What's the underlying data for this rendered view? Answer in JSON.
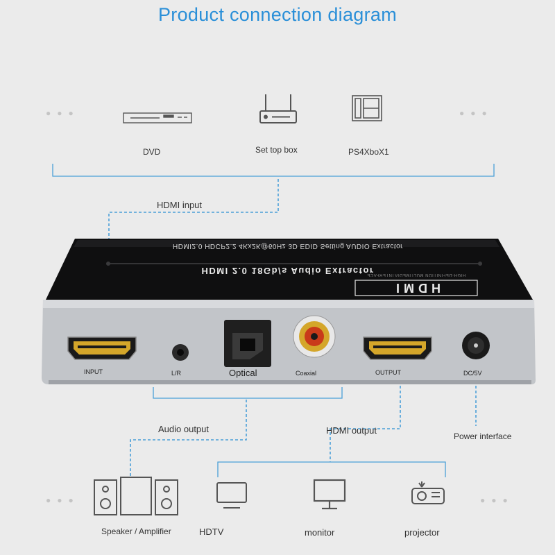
{
  "title": "Product connection diagram",
  "colors": {
    "title": "#2a8fd8",
    "connector": "#4a9fd8",
    "icon": "#555555",
    "device_body": "#bfc2c6",
    "device_top": "#0f0f10"
  },
  "sources": [
    {
      "label": "DVD",
      "icon": "dvd-player-icon"
    },
    {
      "label": "Set top box",
      "icon": "router-set-top-box-icon"
    },
    {
      "label": "PS4XboX1",
      "icon": "game-console-icon"
    }
  ],
  "connections": {
    "hdmi_input": "HDMI input",
    "audio_output": "Audio output",
    "hdmi_output": "HDMI output",
    "power_interface": "Power interface"
  },
  "device": {
    "top_line_1": "HDMI2.0 HDCP2.2 4Kx2K@60Hz 3D EDID Setting AUDIO Extractor",
    "top_line_2": "HDMI 2.0 18Gb/s Audio Extractor",
    "logo": "HDMI",
    "logo_subtitle": "HIGH-DEFINITION MULTIMEDIA INTERFACE",
    "ports": {
      "input": "INPUT",
      "lr": "L/R",
      "optical": "Optical",
      "coaxial": "Coaxial",
      "output": "OUTPUT",
      "dc": "DC/5V"
    }
  },
  "outputs": [
    {
      "label": "Speaker / Amplifier",
      "icon": "speaker-amplifier-icon"
    },
    {
      "label": "HDTV",
      "icon": "tv-icon"
    },
    {
      "label": "monitor",
      "icon": "monitor-icon"
    },
    {
      "label": "projector",
      "icon": "projector-icon"
    }
  ]
}
